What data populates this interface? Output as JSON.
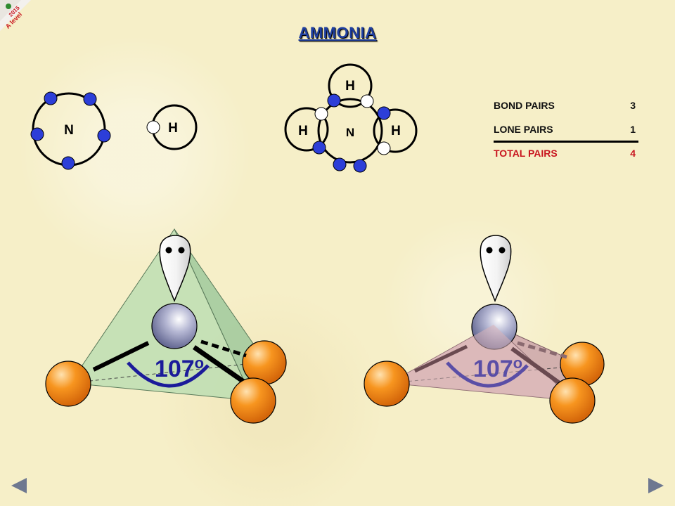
{
  "title": "AMMONIA",
  "badge": "A level",
  "badge_number": "2015",
  "atoms": {
    "n_label": "N",
    "h_label": "H"
  },
  "pairs_table": {
    "rows": [
      {
        "label": "BOND PAIRS",
        "value": "3"
      },
      {
        "label": "LONE PAIRS",
        "value": "1"
      },
      {
        "label": "TOTAL PAIRS",
        "value": "4"
      }
    ]
  },
  "angle_left": "107",
  "angle_right": "107",
  "angle_unit": "o",
  "colors": {
    "title": "#1f3fa0",
    "electron": "#2c3ed8",
    "hydrogen_orange": "#f28a1a",
    "total_pairs_red": "#c8141e",
    "angle_left": "#1b1b9a",
    "angle_right": "#5a4ea6",
    "tetrahedron_green": "#a8d4a8",
    "pyramid_pink": "#d8b0b8"
  },
  "icons": {
    "prev": "triangle-left-icon",
    "next": "triangle-right-icon"
  }
}
